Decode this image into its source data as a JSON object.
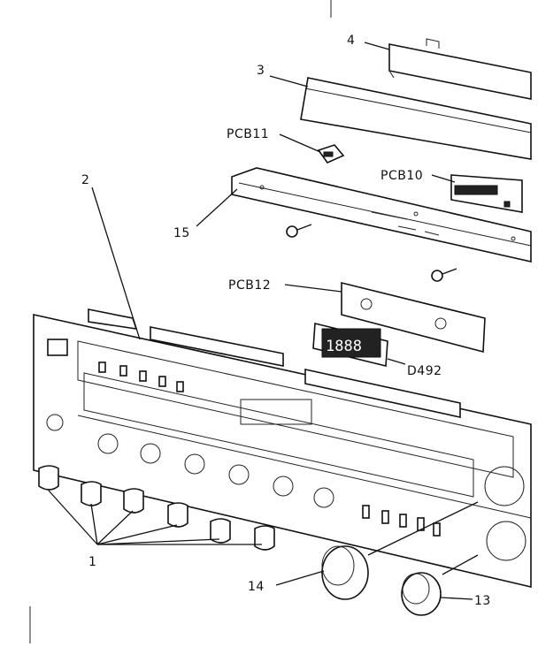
{
  "labels": {
    "l4": "4",
    "l3": "3",
    "pcb11": "PCB11",
    "pcb10": "PCB10",
    "l2": "2",
    "l15": "15",
    "pcb12": "PCB12",
    "d492": "D492",
    "l1": "1",
    "l14": "14",
    "l13": "13"
  },
  "display_digits": "1888"
}
